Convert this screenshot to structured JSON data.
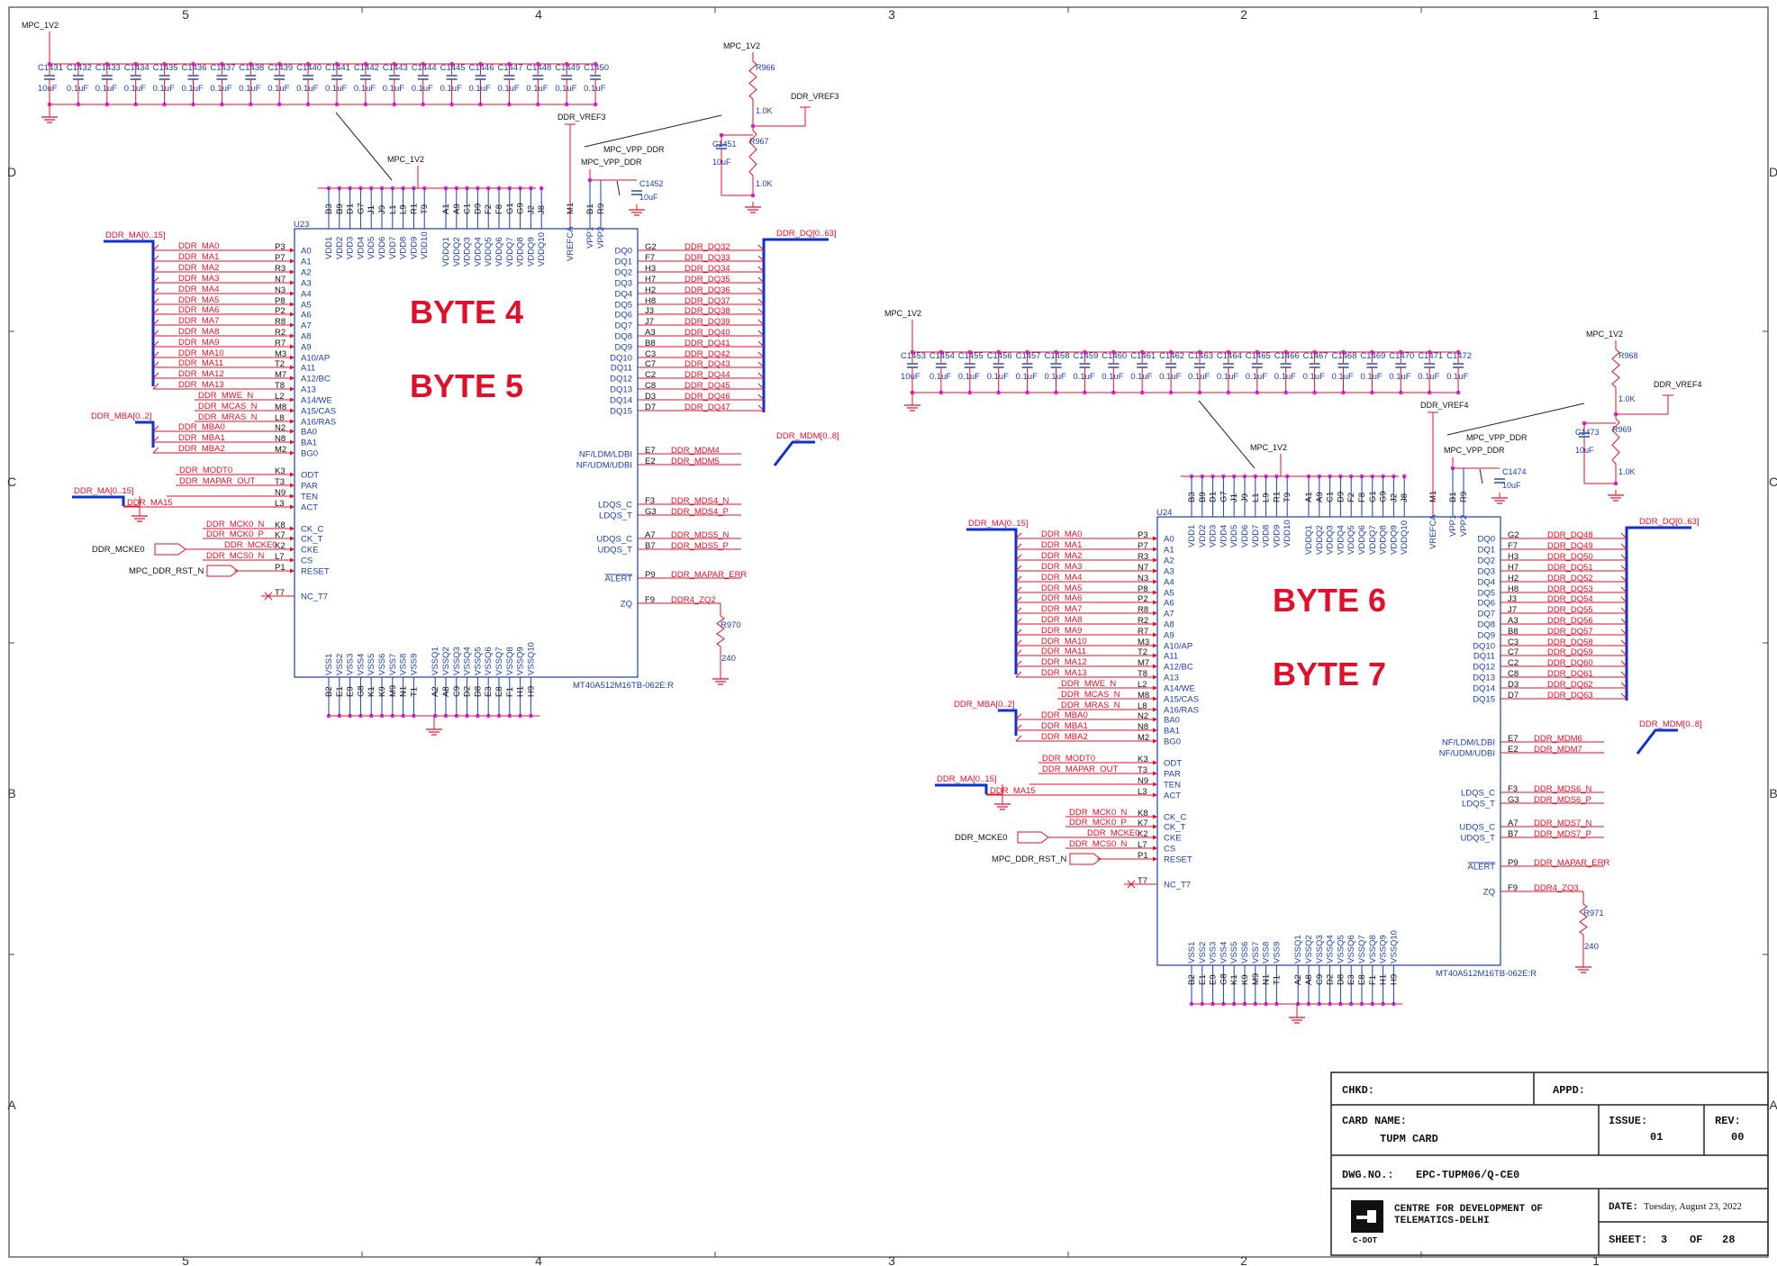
{
  "sheet": {
    "col_labels": [
      "5",
      "4",
      "3",
      "2",
      "1"
    ],
    "row_labels": [
      "D",
      "C",
      "B",
      "A"
    ],
    "colors": {
      "net": "#e0102a",
      "pin": "#1a3fa8",
      "border": "#333333",
      "junction": "#e020e0",
      "bus": "#1030d0"
    }
  },
  "power": {
    "v12": "MPC_1V2",
    "vpp": "MPC_VPP_DDR",
    "vref3": "DDR_VREF3",
    "vref4": "DDR_VREF4"
  },
  "caps_top": {
    "names": [
      "C1431",
      "C1432",
      "C1433",
      "C1434",
      "C1435",
      "C1436",
      "C1437",
      "C1438",
      "C1439",
      "C1440",
      "C1441",
      "C1442",
      "C1443",
      "C1444",
      "C1445",
      "C1446",
      "C1447",
      "C1448",
      "C1449",
      "C1450"
    ],
    "values": [
      "10uF",
      "0.1uF",
      "0.1uF",
      "0.1uF",
      "0.1uF",
      "0.1uF",
      "0.1uF",
      "0.1uF",
      "0.1uF",
      "0.1uF",
      "0.1uF",
      "0.1uF",
      "0.1uF",
      "0.1uF",
      "0.1uF",
      "0.1uF",
      "0.1uF",
      "0.1uF",
      "0.1uF",
      "0.1uF"
    ]
  },
  "caps_bottom": {
    "names": [
      "C1453",
      "C1454",
      "C1455",
      "C1456",
      "C1457",
      "C1458",
      "C1459",
      "C1460",
      "C1461",
      "C1462",
      "C1463",
      "C1464",
      "C1465",
      "C1466",
      "C1467",
      "C1468",
      "C1469",
      "C1470",
      "C1471",
      "C1472"
    ],
    "values": [
      "10uF",
      "0.1uF",
      "0.1uF",
      "0.1uF",
      "0.1uF",
      "0.1uF",
      "0.1uF",
      "0.1uF",
      "0.1uF",
      "0.1uF",
      "0.1uF",
      "0.1uF",
      "0.1uF",
      "0.1uF",
      "0.1uF",
      "0.1uF",
      "0.1uF",
      "0.1uF",
      "0.1uF",
      "0.1uF"
    ]
  },
  "vref1": {
    "r_top": "R966",
    "r_top_val": "1.0K",
    "r_bot": "R967",
    "r_bot_val": "1.0K",
    "cap": "C1451",
    "cap_val": "10uF",
    "vpp_cap": "C1452",
    "vpp_cap_val": "10uF"
  },
  "vref2": {
    "r_top": "R968",
    "r_top_val": "1.0K",
    "r_bot": "R969",
    "r_bot_val": "1.0K",
    "cap": "C1473",
    "cap_val": "10uF",
    "vpp_cap": "C1474",
    "vpp_cap_val": "10uF"
  },
  "chip_top": {
    "ref": "U23",
    "part": "MT40A512M16TB-062E:R",
    "byte_a": "BYTE 4",
    "byte_b": "BYTE 5",
    "zq_net": "DDR4_ZQ2",
    "zq_res": "R970",
    "zq_val": "240"
  },
  "chip_bot": {
    "ref": "U24",
    "part": "MT40A512M16TB-062E:R",
    "byte_a": "BYTE 6",
    "byte_b": "BYTE 7",
    "zq_net": "DDR4_ZQ3",
    "zq_res": "R971",
    "zq_val": "240"
  },
  "top_pins": {
    "vdd": [
      "VDD1",
      "VDD2",
      "VDD3",
      "VDD4",
      "VDD5",
      "VDD6",
      "VDD7",
      "VDD8",
      "VDD9",
      "VDD10"
    ],
    "vdd_nums": [
      "B3",
      "B9",
      "D1",
      "G7",
      "J1",
      "J9",
      "L1",
      "L9",
      "R1",
      "T9"
    ],
    "vddq": [
      "VDDQ1",
      "VDDQ2",
      "VDDQ3",
      "VDDQ4",
      "VDDQ5",
      "VDDQ6",
      "VDDQ7",
      "VDDQ8",
      "VDDQ9",
      "VDDQ10"
    ],
    "vddq_nums": [
      "A1",
      "A9",
      "C1",
      "D9",
      "F2",
      "F8",
      "G1",
      "G9",
      "J2",
      "J8"
    ],
    "vref": "VREFCA",
    "vref_num": "M1",
    "vpp": [
      "VPP1",
      "VPP2"
    ],
    "vpp_nums": [
      "B1",
      "R9"
    ]
  },
  "bottom_pins": {
    "vss": [
      "VSS1",
      "VSS2",
      "VSS3",
      "VSS4",
      "VSS5",
      "VSS6",
      "VSS7",
      "VSS8",
      "VSS9"
    ],
    "vss_nums": [
      "B2",
      "E1",
      "E9",
      "G8",
      "K1",
      "K9",
      "M9",
      "N1",
      "T1"
    ],
    "vssq": [
      "VSSQ1",
      "VSSQ2",
      "VSSQ3",
      "VSSQ4",
      "VSSQ5",
      "VSSQ6",
      "VSSQ7",
      "VSSQ8",
      "VSSQ9",
      "VSSQ10"
    ],
    "vssq_nums": [
      "A2",
      "A8",
      "C9",
      "D2",
      "D8",
      "E3",
      "E8",
      "F1",
      "H1",
      "H9"
    ]
  },
  "left_pins": [
    {
      "net": "DDR_MA0",
      "num": "P3",
      "name": "A0"
    },
    {
      "net": "DDR_MA1",
      "num": "P7",
      "name": "A1"
    },
    {
      "net": "DDR_MA2",
      "num": "R3",
      "name": "A2"
    },
    {
      "net": "DDR_MA3",
      "num": "N7",
      "name": "A3"
    },
    {
      "net": "DDR_MA4",
      "num": "N3",
      "name": "A4"
    },
    {
      "net": "DDR_MA5",
      "num": "P8",
      "name": "A5"
    },
    {
      "net": "DDR_MA6",
      "num": "P2",
      "name": "A6"
    },
    {
      "net": "DDR_MA7",
      "num": "R8",
      "name": "A7"
    },
    {
      "net": "DDR_MA8",
      "num": "R2",
      "name": "A8"
    },
    {
      "net": "DDR_MA9",
      "num": "R7",
      "name": "A9"
    },
    {
      "net": "DDR_MA10",
      "num": "M3",
      "name": "A10/AP"
    },
    {
      "net": "DDR_MA11",
      "num": "T2",
      "name": "A11"
    },
    {
      "net": "DDR_MA12",
      "num": "M7",
      "name": "A12/BC"
    },
    {
      "net": "DDR_MA13",
      "num": "T8",
      "name": "A13"
    },
    {
      "net": "DDR_MWE_N",
      "num": "L2",
      "name": "A14/WE"
    },
    {
      "net": "DDR_MCAS_N",
      "num": "M8",
      "name": "A15/CAS"
    },
    {
      "net": "DDR_MRAS_N",
      "num": "L8",
      "name": "A16/RAS"
    },
    {
      "net": "DDR_MBA0",
      "num": "N2",
      "name": "BA0"
    },
    {
      "net": "DDR_MBA1",
      "num": "N8",
      "name": "BA1"
    },
    {
      "net": "DDR_MBA2",
      "num": "M2",
      "name": "BG0"
    },
    {
      "net": "DDR_MODT0",
      "num": "K3",
      "name": "ODT"
    },
    {
      "net": "DDR_MAPAR_OUT",
      "num": "T3",
      "name": "PAR"
    },
    {
      "net": "",
      "num": "N9",
      "name": "TEN"
    },
    {
      "net": "DDR_MA15",
      "num": "L3",
      "name": "ACT"
    },
    {
      "net": "DDR_MCK0_N",
      "num": "K8",
      "name": "CK_C"
    },
    {
      "net": "DDR_MCK0_P",
      "num": "K7",
      "name": "CK_T"
    },
    {
      "net": "DDR_MCKE0",
      "num": "K2",
      "name": "CKE"
    },
    {
      "net": "DDR_MCS0_N",
      "num": "L7",
      "name": "CS"
    },
    {
      "net": "",
      "num": "P1",
      "name": "RESET"
    },
    {
      "net": "",
      "num": "T7",
      "name": "NC_T7"
    }
  ],
  "left_bus": {
    "ma": "DDR_MA[0..15]",
    "mba": "DDR_MBA[0..2]",
    "ma2": "DDR_MA[0..15]",
    "cke": "DDR_MCKE0",
    "rst": "MPC_DDR_RST_N"
  },
  "right_pins": [
    {
      "num": "G2",
      "name": "DQ0"
    },
    {
      "num": "F7",
      "name": "DQ1"
    },
    {
      "num": "H3",
      "name": "DQ2"
    },
    {
      "num": "H7",
      "name": "DQ3"
    },
    {
      "num": "H2",
      "name": "DQ4"
    },
    {
      "num": "H8",
      "name": "DQ5"
    },
    {
      "num": "J3",
      "name": "DQ6"
    },
    {
      "num": "J7",
      "name": "DQ7"
    },
    {
      "num": "A3",
      "name": "DQ8"
    },
    {
      "num": "B8",
      "name": "DQ9"
    },
    {
      "num": "C3",
      "name": "DQ10"
    },
    {
      "num": "C7",
      "name": "DQ11"
    },
    {
      "num": "C2",
      "name": "DQ12"
    },
    {
      "num": "C8",
      "name": "DQ13"
    },
    {
      "num": "D3",
      "name": "DQ14"
    },
    {
      "num": "D7",
      "name": "DQ15"
    }
  ],
  "dq_top": [
    "DDR_DQ32",
    "DDR_DQ33",
    "DDR_DQ34",
    "DDR_DQ35",
    "DDR_DQ36",
    "DDR_DQ37",
    "DDR_DQ38",
    "DDR_DQ39",
    "DDR_DQ40",
    "DDR_DQ41",
    "DDR_DQ42",
    "DDR_DQ43",
    "DDR_DQ44",
    "DDR_DQ45",
    "DDR_DQ46",
    "DDR_DQ47"
  ],
  "dq_bot": [
    "DDR_DQ48",
    "DDR_DQ49",
    "DDR_DQ50",
    "DDR_DQ51",
    "DDR_DQ52",
    "DDR_DQ53",
    "DDR_DQ54",
    "DDR_DQ55",
    "DDR_DQ56",
    "DDR_DQ57",
    "DDR_DQ58",
    "DDR_DQ59",
    "DDR_DQ60",
    "DDR_DQ61",
    "DDR_DQ62",
    "DDR_DQ63"
  ],
  "right_misc": {
    "dq_bus": "DDR_DQ[0..63]",
    "dm_bus": "DDR_MDM[0..8]",
    "ldm": "NF/LDM/LDBI",
    "udm": "NF/UDM/UDBI",
    "ldm_num": "E7",
    "udm_num": "E2",
    "ldqs_c": "LDQS_C",
    "ldqs_t": "LDQS_T",
    "ldqs_c_num": "F3",
    "ldqs_t_num": "G3",
    "udqs_c": "UDQS_C",
    "udqs_t": "UDQS_T",
    "udqs_c_num": "A7",
    "udqs_t_num": "B7",
    "alert": "ALERT",
    "alert_num": "P9",
    "alert_net": "DDR_MAPAR_ERR",
    "zq": "ZQ",
    "zq_num": "F9"
  },
  "right_nets_top": {
    "dm_a": "DDR_MDM4",
    "dm_b": "DDR_MDM5",
    "dqs_a_n": "DDR_MDS4_N",
    "dqs_a_p": "DDR_MDS4_P",
    "dqs_b_n": "DDR_MDS5_N",
    "dqs_b_p": "DDR_MDS5_P"
  },
  "right_nets_bot": {
    "dm_a": "DDR_MDM6",
    "dm_b": "DDR_MDM7",
    "dqs_a_n": "DDR_MDS6_N",
    "dqs_a_p": "DDR_MDS6_P",
    "dqs_b_n": "DDR_MDS7_N",
    "dqs_b_p": "DDR_MDS7_P"
  },
  "title_block": {
    "chkd": "CHKD:",
    "appd": "APPD:",
    "card_name_label": "CARD NAME:",
    "card_name": "TUPM CARD",
    "issue_label": "ISSUE:",
    "issue": "01",
    "rev_label": "REV:",
    "rev": "00",
    "dwg_label": "DWG.NO.:",
    "dwg_no": "EPC-TUPM06/Q-CE0",
    "org_line1": "CENTRE FOR DEVELOPMENT OF",
    "org_line2": "TELEMATICS-DELHI",
    "logo_text": "C-DOT",
    "date_label": "DATE:",
    "date": "Tuesday, August 23, 2022",
    "sheet_label": "SHEET:",
    "sheet": "3",
    "of_label": "OF",
    "of": "28"
  }
}
